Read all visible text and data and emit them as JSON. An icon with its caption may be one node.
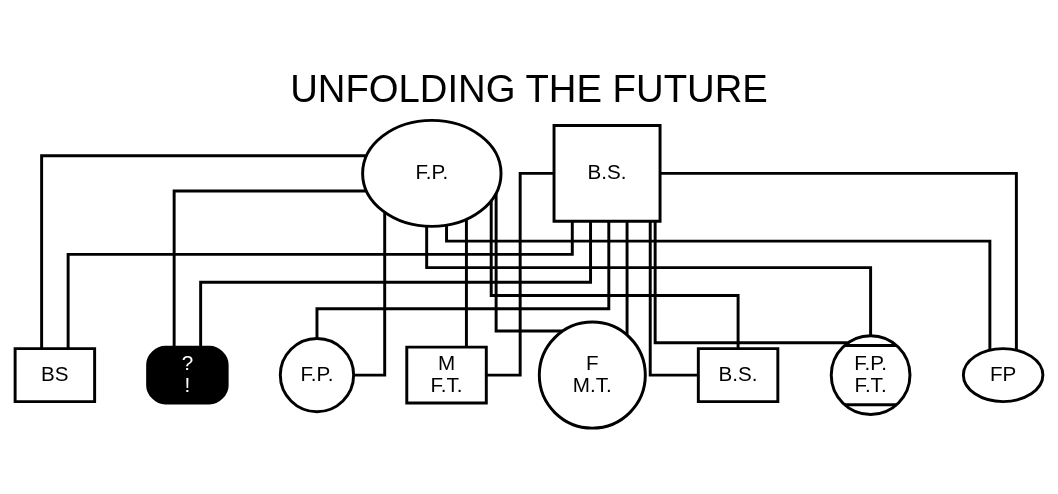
{
  "diagram": {
    "title": "UNFOLDING THE FUTURE",
    "nodes": [
      {
        "text": [
          "F.P."
        ]
      },
      {
        "text": [
          "B.S."
        ]
      },
      {
        "text": [
          "F.P."
        ]
      },
      {
        "text": [
          "M",
          "F.T."
        ]
      },
      {
        "text": [
          "F",
          "M.T."
        ]
      },
      {
        "text": [
          "B.S."
        ]
      },
      {
        "text": [
          "F.P.",
          "F.T."
        ]
      },
      {
        "text": [
          "FP"
        ]
      },
      {
        "text": [
          "BS"
        ]
      },
      {
        "text": [
          "?",
          "!"
        ]
      }
    ],
    "edges": [
      {
        "from": 0,
        "to": 2,
        "arrow": "none"
      },
      {
        "from": 0,
        "to": 3,
        "arrow": "none"
      },
      {
        "from": 0,
        "to": 4,
        "arrow": "none"
      },
      {
        "from": 0,
        "to": 5,
        "arrow": "none"
      },
      {
        "from": 0,
        "to": 6,
        "arrow": "none"
      },
      {
        "from": 0,
        "to": 7,
        "arrow": "none"
      },
      {
        "from": 0,
        "to": 8,
        "arrow": "none"
      },
      {
        "from": 0,
        "to": 9,
        "arrow": "none"
      },
      {
        "from": 1,
        "to": 2,
        "arrow": "none"
      },
      {
        "from": 1,
        "to": 3,
        "arrow": "none"
      },
      {
        "from": 1,
        "to": 4,
        "arrow": "none"
      },
      {
        "from": 1,
        "to": 5,
        "arrow": "none"
      },
      {
        "from": 1,
        "to": 6,
        "arrow": "none"
      },
      {
        "from": 1,
        "to": 7,
        "arrow": "none"
      },
      {
        "from": 1,
        "to": 8,
        "arrow": "none"
      },
      {
        "from": 1,
        "to": 9,
        "arrow": "none"
      }
    ]
  }
}
